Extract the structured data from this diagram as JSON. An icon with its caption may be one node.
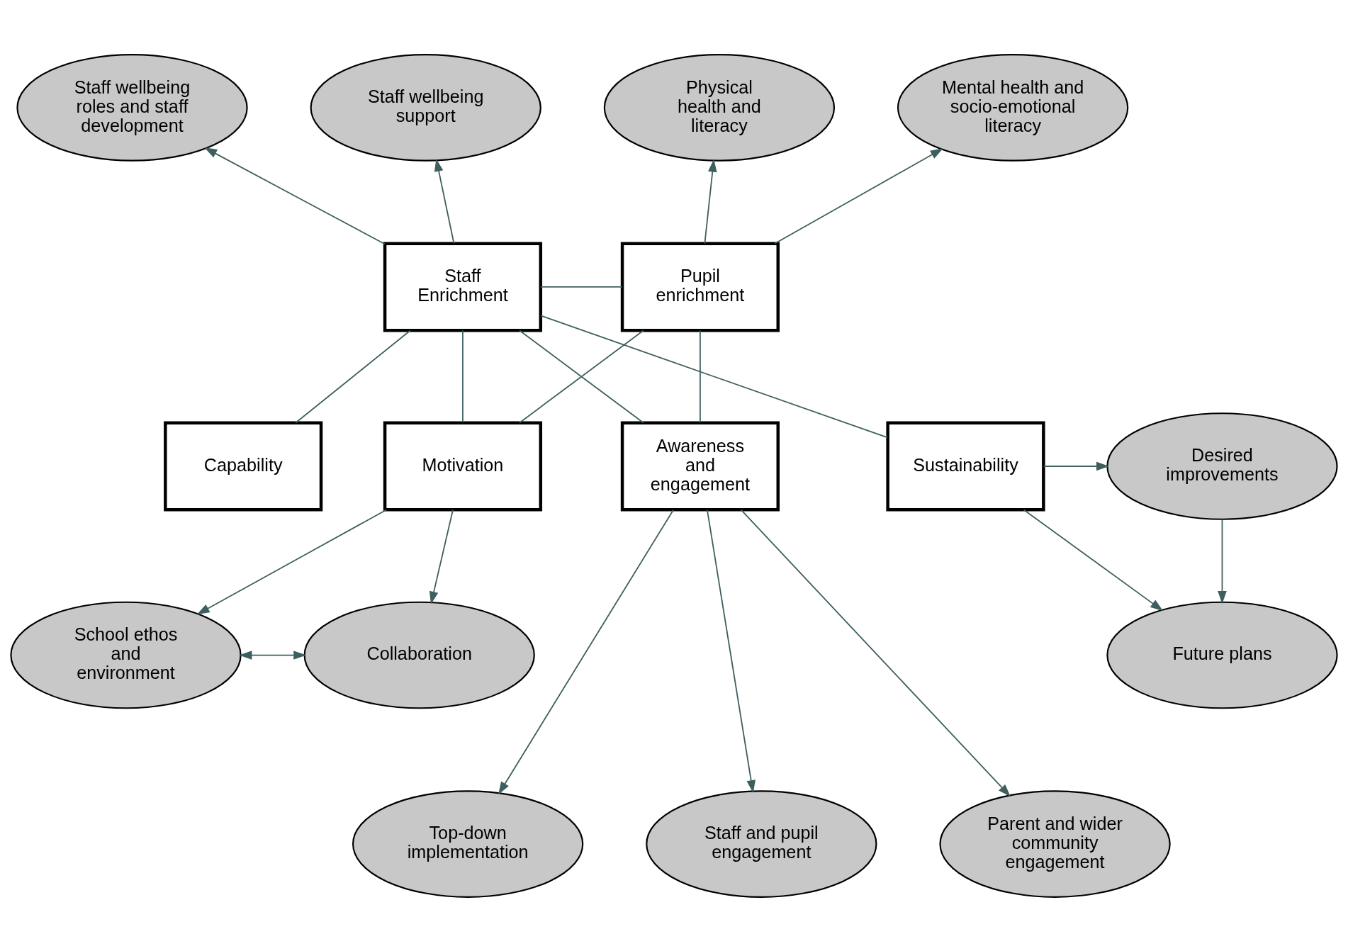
{
  "diagram": {
    "nodes": [
      {
        "text": [
          "Staff wellbeing support"
        ]
      },
      {
        "text": [
          "Physical health and literacy"
        ]
      },
      {
        "text": [
          "Mental health and socio-emotional literacy"
        ]
      },
      {
        "text": [
          "Staff wellbeing roles and staff development"
        ]
      },
      {
        "text": [
          "Staff Enrichment"
        ]
      },
      {
        "text": [
          "Pupil enrichment"
        ]
      },
      {
        "text": [
          "Capability"
        ]
      },
      {
        "text": [
          "Motivation"
        ]
      },
      {
        "text": [
          "Awareness and engagement"
        ]
      },
      {
        "text": [
          "Sustainability"
        ]
      },
      {
        "text": [
          "Desired improvements"
        ]
      },
      {
        "text": [
          "Future plans"
        ]
      },
      {
        "text": [
          "School ethos and environment"
        ]
      },
      {
        "text": [
          "Collaboration"
        ]
      },
      {
        "text": [
          "Staff and pupil engagement"
        ]
      },
      {
        "text": [
          "Top-down implementation"
        ]
      },
      {
        "text": [
          "Parent and wider community engagement"
        ]
      }
    ],
    "edges": [
      {
        "from": 4,
        "to": 0,
        "arrow": "to"
      },
      {
        "from": 4,
        "to": 3,
        "arrow": "to"
      },
      {
        "from": 4,
        "to": 5,
        "arrow": "none"
      },
      {
        "from": 4,
        "to": 6,
        "arrow": "none"
      },
      {
        "from": 4,
        "to": 7,
        "arrow": "none"
      },
      {
        "from": 4,
        "to": 8,
        "arrow": "none"
      },
      {
        "from": 4,
        "to": 9,
        "arrow": "none"
      },
      {
        "from": 5,
        "to": 1,
        "arrow": "to"
      },
      {
        "from": 5,
        "to": 2,
        "arrow": "to"
      },
      {
        "from": 5,
        "to": 7,
        "arrow": "none"
      },
      {
        "from": 5,
        "to": 8,
        "arrow": "none"
      },
      {
        "from": 7,
        "to": 12,
        "arrow": "to"
      },
      {
        "from": 7,
        "to": 13,
        "arrow": "to"
      },
      {
        "from": 12,
        "to": 13,
        "arrow": "both"
      },
      {
        "from": 8,
        "to": 15,
        "arrow": "to"
      },
      {
        "from": 8,
        "to": 14,
        "arrow": "to"
      },
      {
        "from": 8,
        "to": 16,
        "arrow": "to"
      },
      {
        "from": 9,
        "to": 10,
        "arrow": "to"
      },
      {
        "from": 9,
        "to": 11,
        "arrow": "to"
      },
      {
        "from": 10,
        "to": 11,
        "arrow": "to"
      }
    ]
  }
}
